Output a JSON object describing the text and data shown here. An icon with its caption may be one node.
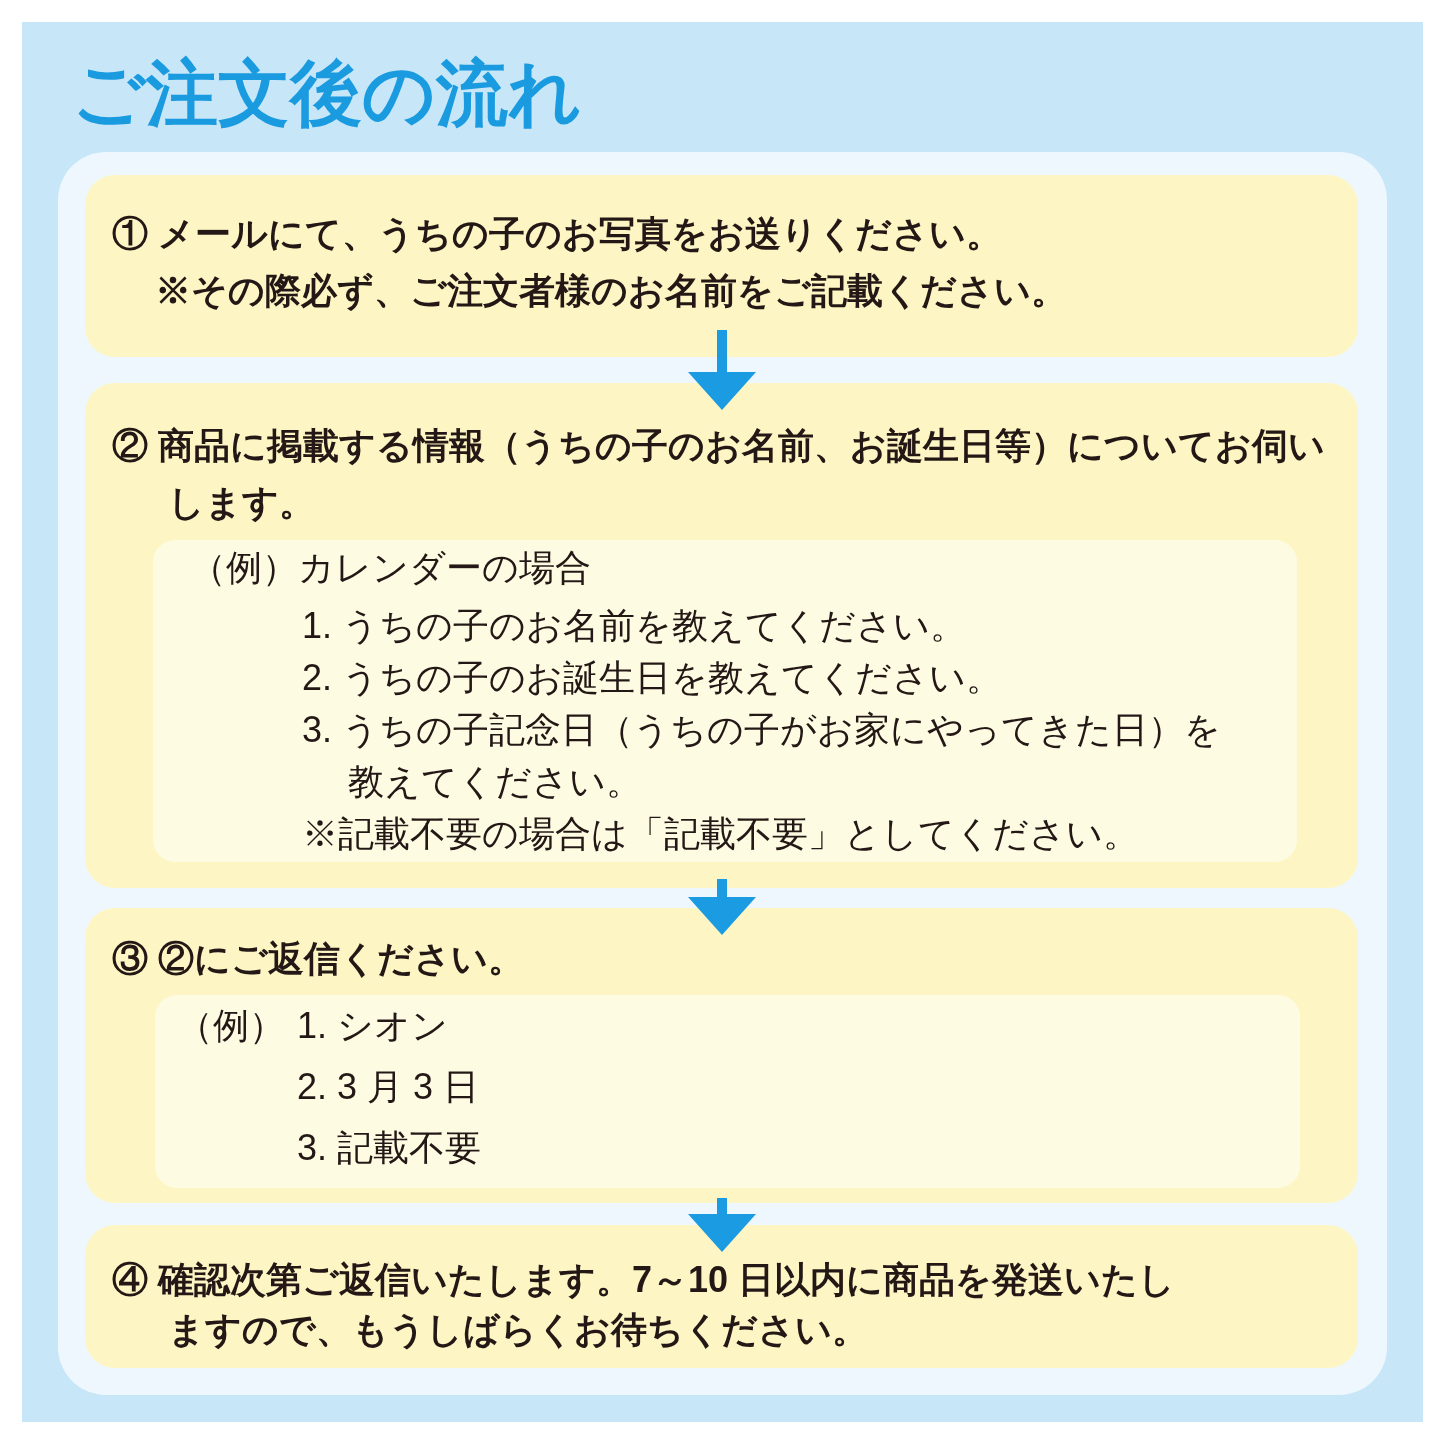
{
  "diagram": {
    "title": "ご注文後の流れ",
    "nodes": [
      {
        "text": [
          "① メールにて、うちの子のお写真をお送りください。",
          "※その際必ず、ご注文者様のお名前をご記載ください。"
        ]
      },
      {
        "text": [
          "② 商品に掲載する情報（うちの子のお名前、お誕生日等）についてお伺いします。"
        ]
      },
      {
        "text": [
          "（例）カレンダーの場合",
          "1. うちの子のお名前を教えてください。",
          "2. うちの子のお誕生日を教えてください。",
          "3. うちの子記念日（うちの子がお家にやってきた日）を教えてください。",
          "※記載不要の場合は「記載不要」としてください。"
        ],
        "in": 1
      },
      {
        "text": [
          "③ ②にご返信ください。"
        ]
      },
      {
        "text": [
          "（例）",
          "1. シオン",
          "2. 3 月 3 日",
          "3. 記載不要"
        ],
        "in": 3
      },
      {
        "text": [
          "④ 確認次第ご返信いたします。7～10 日以内に商品を発送いたしますので、もうしばらくお待ちください。"
        ]
      }
    ],
    "edges": [
      {
        "from": 0,
        "to": 1,
        "arrow": "to"
      },
      {
        "from": 1,
        "to": 3,
        "arrow": "to"
      },
      {
        "from": 3,
        "to": 5,
        "arrow": "to"
      }
    ]
  }
}
